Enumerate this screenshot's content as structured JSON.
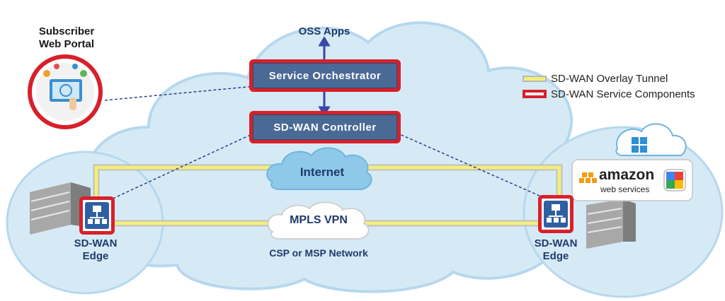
{
  "portal": {
    "line1": "Subscriber",
    "line2": "Web Portal"
  },
  "oss": {
    "label": "OSS Apps"
  },
  "orchestrator": {
    "label": "Service  Orchestrator"
  },
  "controller": {
    "label": "SD-WAN  Controller"
  },
  "internet": {
    "label": "Internet"
  },
  "mpls": {
    "label": "MPLS VPN"
  },
  "network": {
    "label": "CSP or MSP Network"
  },
  "edge_left": {
    "line1": "SD-WAN",
    "line2": "Edge"
  },
  "edge_right": {
    "line1": "SD-WAN",
    "line2": "Edge"
  },
  "legend": {
    "tunnel": "SD-WAN Overlay Tunnel",
    "components": "SD-WAN Service Components"
  },
  "cloud_services": {
    "amazon": "amazon",
    "aws_sub": "web services"
  },
  "colors": {
    "accent_red": "#d8202a",
    "box_blue": "#4a6a96",
    "cloud_blue": "#cfe6f4",
    "tunnel_yellow": "#f3ee7a",
    "navy_text": "#1f3a6b"
  }
}
